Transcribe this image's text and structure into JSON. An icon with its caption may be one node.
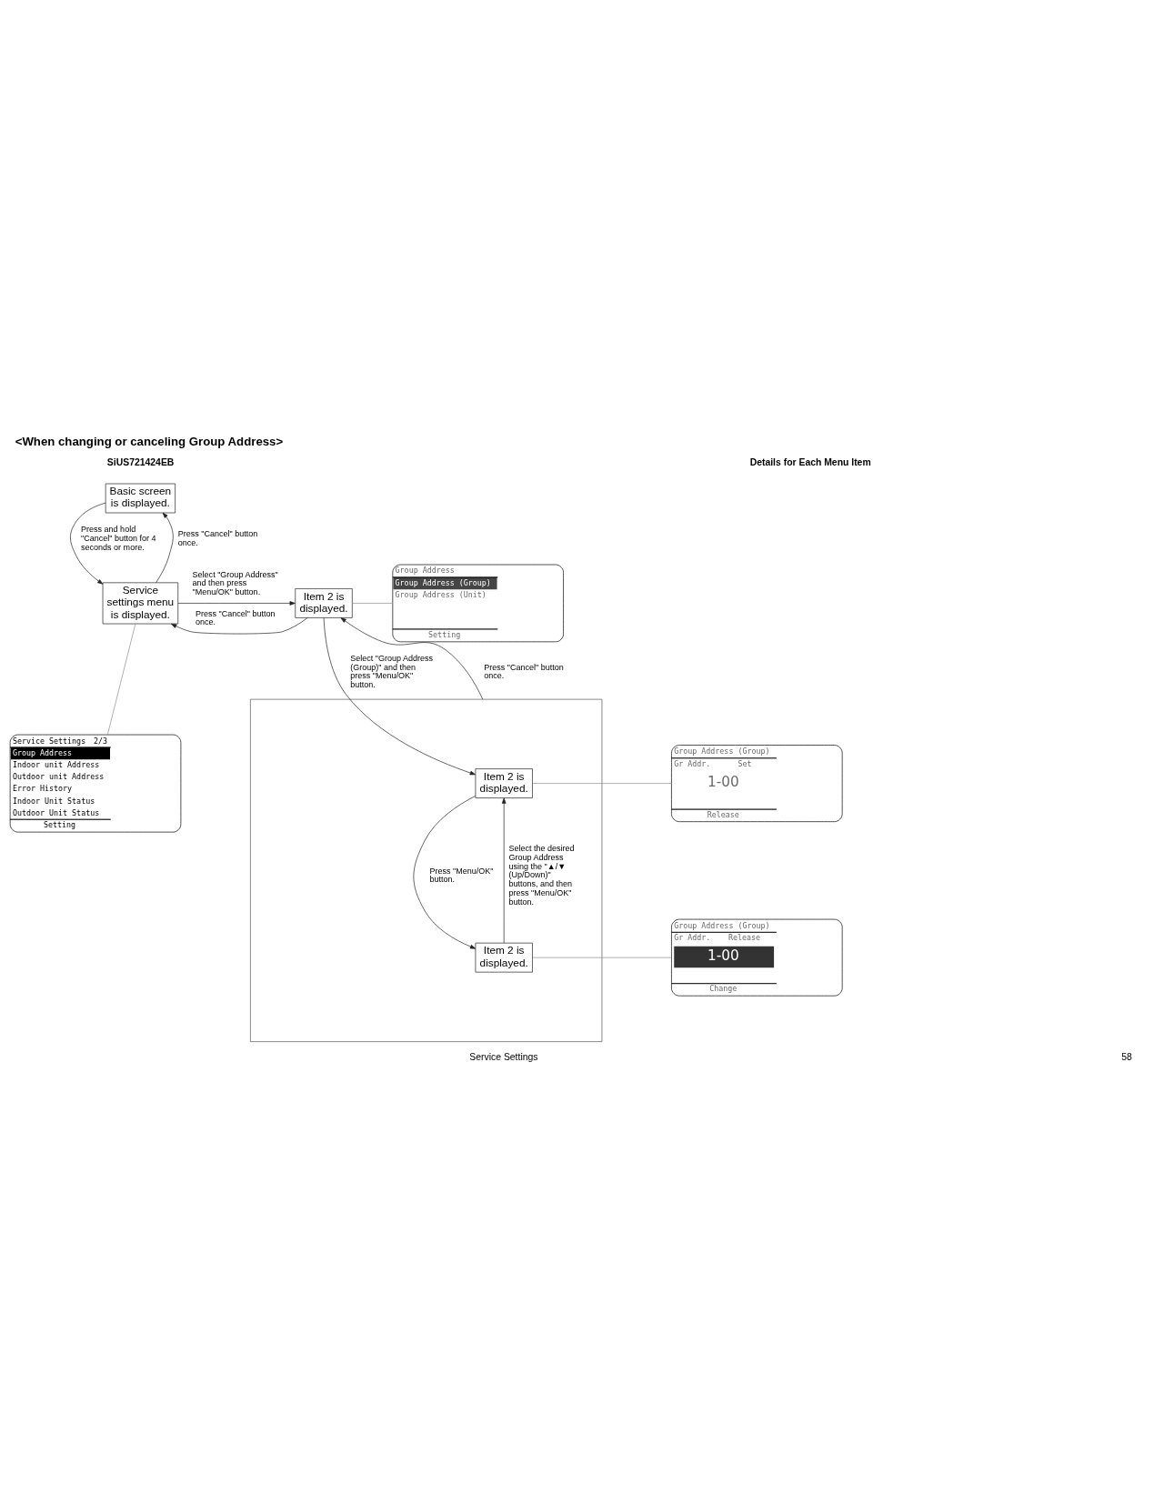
{
  "diagram": {
    "title": "<When changing or canceling Group Address>",
    "nodes": [
      {
        "text": [
          "Basic screen is displayed."
        ]
      },
      {
        "text": [
          "Service settings menu is displayed."
        ]
      },
      {
        "text": [
          "Item 2 is displayed."
        ]
      },
      {
        "text": [
          "Service Settings",
          "2/3",
          "Group Address",
          "Indoor unit Address",
          "Outdoor unit Address",
          "Error History",
          "Indoor Unit Status",
          "Outdoor Unit Status",
          "Setting"
        ]
      },
      {
        "text": [
          "Group Address",
          "Group Address (Group)",
          "Group Address (Unit)",
          "Setting"
        ]
      },
      {
        "text": [
          "Group Address (Group)",
          "Gr Addr.",
          "Set",
          "1-00",
          "Release"
        ]
      },
      {
        "text": [],
        "shape": "box"
      },
      {
        "text": [
          "Item 2 is displayed."
        ],
        "in": 6
      },
      {
        "text": [
          "Item 2 is displayed."
        ],
        "in": 6
      },
      {
        "text": [
          "Group Address (Group)",
          "Gr Addr.",
          "Release",
          "1-00",
          "Change"
        ]
      }
    ],
    "edges": [
      {
        "from": 1,
        "to": 0,
        "arrow": "to",
        "label": "Press \"Cancel\" button once."
      },
      {
        "from": 0,
        "to": 1,
        "arrow": "to",
        "label": "Press and hold \"Cancel\" button for 4 seconds or more."
      },
      {
        "from": 1,
        "to": 2,
        "arrow": "to",
        "label": "Select \"Group Address\" and then press \"Menu/OK\" button."
      },
      {
        "from": 2,
        "to": 1,
        "arrow": "to",
        "label": "Press \"Cancel\" button once."
      },
      {
        "from": 1,
        "to": 3,
        "arrow": "none",
        "color": "#8c8c8c"
      },
      {
        "from": 2,
        "to": 4,
        "arrow": "none",
        "color": "#8c8c8c"
      },
      {
        "from": 6,
        "to": 2,
        "arrow": "to",
        "label": "Press \"Cancel\" button once."
      },
      {
        "from": 2,
        "to": 7,
        "arrow": "to",
        "label": "Select \"Group Address (Group)\" and then press \"Menu/OK\" button."
      },
      {
        "from": 7,
        "to": 5,
        "arrow": "none",
        "color": "#8c8c8c"
      },
      {
        "from": 8,
        "to": 7,
        "arrow": "to",
        "label": "Select the desired Group Address using the \"▲/▼ (Up/Down)\" buttons, and then press \"Menu/OK\" button."
      },
      {
        "from": 7,
        "to": 8,
        "arrow": "to",
        "label": "Press \"Menu/OK\" button."
      },
      {
        "from": 8,
        "to": 9,
        "arrow": "none",
        "color": "#8c8c8c"
      }
    ],
    "labels": [
      "SiUS721424EB",
      "Details for Each Menu Item",
      "Service Settings",
      "58"
    ]
  }
}
